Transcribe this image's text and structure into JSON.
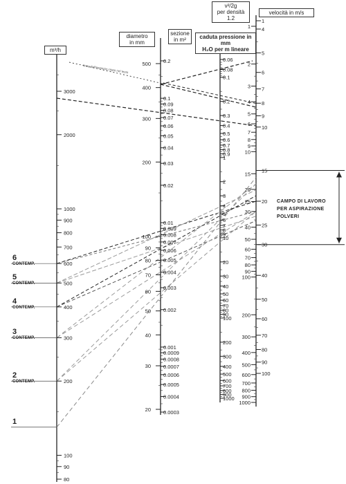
{
  "headers": {
    "flow": "m³/h",
    "diameter": "diametro\nin mm",
    "section": "sezione\nin  m²",
    "pressure": "caduta pressione in mm\nH₂O per m lineare",
    "dynamic": "v²/2g\nper densità\n1.2",
    "velocity": "velocità in  m/s"
  },
  "campo_label": "CAMPO  DI  LAVORO\nPER  ASPIRAZIONE\nPOLVERI",
  "contemp_marks": [
    {
      "number": "6",
      "text": "CONTEMP.",
      "flow": 600
    },
    {
      "number": "5",
      "text": "CONTEMP.",
      "flow": 500
    },
    {
      "number": "4",
      "text": "CONTEMP.",
      "flow": 400
    },
    {
      "number": "3",
      "text": "CONTEMP.",
      "flow": 300
    },
    {
      "number": "2",
      "text": "CONTEMP.",
      "flow": 200
    },
    {
      "number": "1",
      "text": "",
      "flow": 130
    }
  ],
  "scales": {
    "flow": [
      "3000",
      "2000",
      "1000",
      "900",
      "800",
      "700",
      "600",
      "500",
      "400",
      "300",
      "200",
      "100",
      "90",
      "80"
    ],
    "diameter": [
      "500",
      "400",
      "300",
      "200",
      "100",
      "90",
      "80",
      "70",
      "60",
      "50",
      "40",
      "30",
      "20"
    ],
    "section": [
      "0.2",
      "0.1",
      "0.09",
      "0.08",
      "0.07",
      "0.06",
      "0.05",
      "0.04",
      "0.03",
      "0.02",
      "0.01",
      "0.009",
      "0.008",
      "0.007",
      "0.006",
      "0.005",
      "0.004",
      "0.003",
      "0.002",
      "0.001",
      "0.0009",
      "0.0008",
      "0.0007",
      "0.0006",
      "0.0005",
      "0.0004",
      "0.0003"
    ],
    "pressure": [
      "0.06",
      "0.08",
      "0.1",
      "0.2",
      "0.3",
      "0.4",
      "0.5",
      "0.6",
      "0.7",
      "0.8",
      "0.9",
      "1",
      "2",
      "3",
      "4",
      "5",
      "6",
      "7",
      "8",
      "9",
      "10",
      "20",
      "30",
      "40",
      "50",
      "60",
      "70",
      "80",
      "90",
      "100",
      "200",
      "300",
      "400",
      "500",
      "600",
      "700",
      "800",
      "900",
      "1000"
    ],
    "dynamic": [
      "1",
      "2",
      "3",
      "4",
      "5",
      "6",
      "7",
      "8",
      "9",
      "10",
      "15",
      "20",
      "25",
      "30",
      "40",
      "50",
      "60",
      "70",
      "80",
      "90",
      "100",
      "200",
      "300",
      "400",
      "500",
      "600",
      "700",
      "800",
      "900",
      "1000"
    ],
    "velocity": [
      "1",
      "4",
      "5",
      "6",
      "7",
      "8",
      "9",
      "10",
      "15",
      "20",
      "25",
      "30",
      "40",
      "50",
      "60",
      "70",
      "80",
      "90",
      "100"
    ]
  },
  "annotation": "linea dell'esempio citato nel testo"
}
